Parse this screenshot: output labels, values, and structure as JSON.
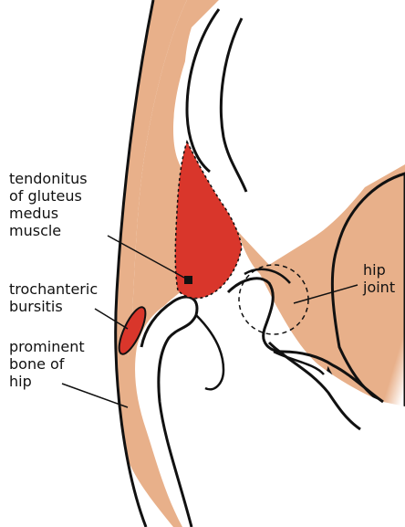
{
  "diagram": {
    "labels": {
      "gluteus_tendonitis": "tendonitus\nof gluteus\nmedus\nmuscle",
      "trochanteric_bursitis": "trochanteric\nbursitis",
      "prominent_bone": "prominent\nbone of\nhip",
      "hip_joint": "hip\njoint"
    },
    "colors": {
      "skin": "#e8b08a",
      "tendon": "#d9362b",
      "bone": "#ffffff",
      "outline": "#111111"
    }
  }
}
